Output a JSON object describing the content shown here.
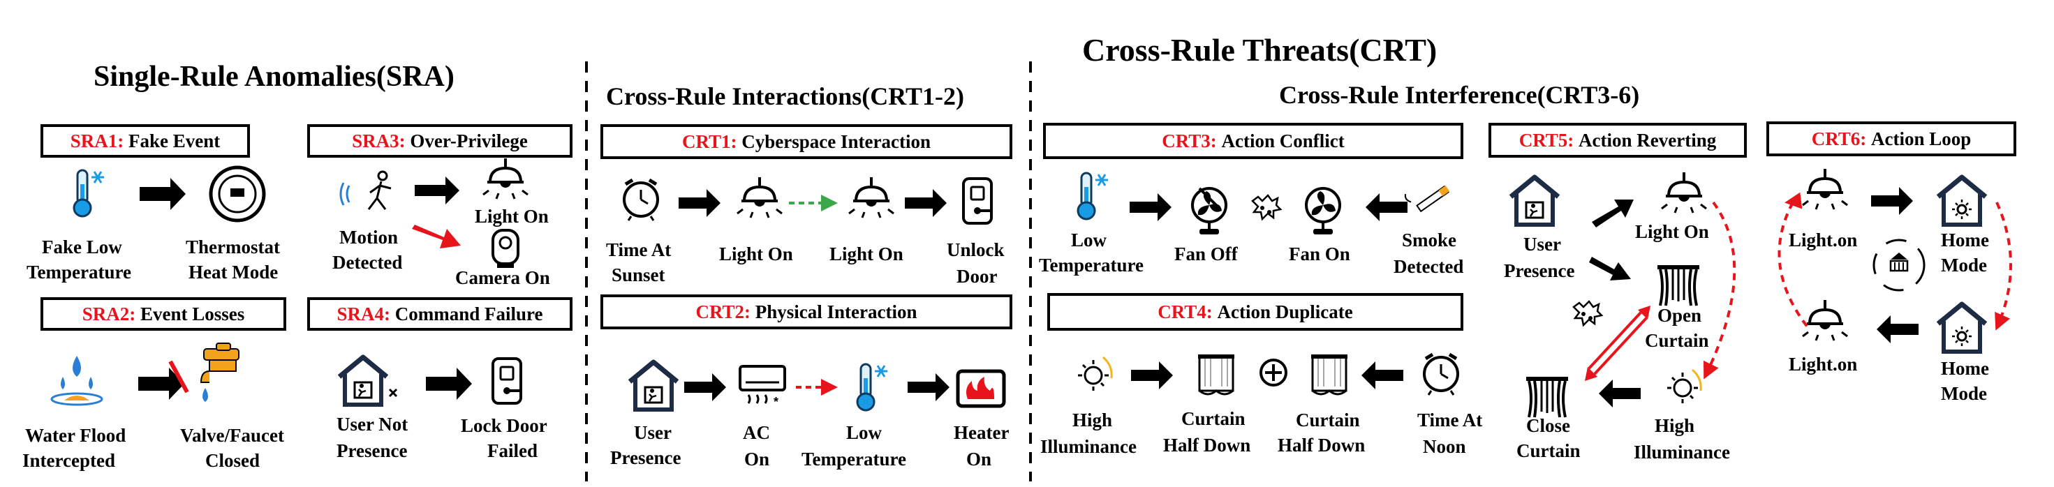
{
  "title": "Cross-Rule Threats(CRT)",
  "sra": {
    "title": "Single-Rule Anomalies(SRA)",
    "sra1": {
      "id": "SRA1:",
      "name": "Fake Event",
      "labels": [
        "Fake Low",
        "Temperature",
        "Thermostat",
        "Heat Mode"
      ]
    },
    "sra3": {
      "id": "SRA3:",
      "name": "Over-Privilege",
      "labels": [
        "Motion",
        "Detected",
        "Light On",
        "Camera On"
      ]
    },
    "sra2": {
      "id": "SRA2:",
      "name": "Event Losses",
      "labels": [
        "Water Flood",
        "Intercepted",
        "Valve/Faucet",
        "Closed"
      ]
    },
    "sra4": {
      "id": "SRA4:",
      "name": "Command Failure",
      "labels": [
        "User Not",
        "Presence",
        "Lock Door",
        "Failed"
      ]
    }
  },
  "interactions": {
    "title": "Cross-Rule Interactions(CRT1-2)",
    "crt1": {
      "id": "CRT1:",
      "name": "Cyberspace Interaction",
      "labels": [
        "Time At",
        "Sunset",
        "Light On",
        "Light On",
        "Unlock",
        "Door"
      ]
    },
    "crt2": {
      "id": "CRT2:",
      "name": "Physical Interaction",
      "labels": [
        "User",
        "Presence",
        "AC",
        "On",
        "Low",
        "Temperature",
        "Heater",
        "On"
      ]
    }
  },
  "interference": {
    "title": "Cross-Rule Interference(CRT3-6)",
    "crt3": {
      "id": "CRT3:",
      "name": "Action Conflict",
      "labels": [
        "Low",
        "Temperature",
        "Fan Off",
        "Fan On",
        "Smoke",
        "Detected"
      ]
    },
    "crt4": {
      "id": "CRT4:",
      "name": "Action Duplicate",
      "labels": [
        "High",
        "Illuminance",
        "Curtain",
        "Half Down",
        "Curtain",
        "Half Down",
        "Time At",
        "Noon"
      ]
    },
    "crt5": {
      "id": "CRT5:",
      "name": "Action Reverting",
      "labels": [
        "User",
        "Presence",
        "Light On",
        "Open",
        "Curtain",
        "Close",
        "Curtain",
        "High",
        "Illuminance"
      ]
    },
    "crt6": {
      "id": "CRT6:",
      "name": "Action Loop",
      "labels": [
        "Light.on",
        "Home",
        "Mode",
        "Light.on",
        "Home",
        "Mode"
      ]
    }
  },
  "colors": {
    "accent_red": "#e8141b",
    "thermo_blue": "#1a9be6",
    "light_green": "#3aa84a",
    "water_blue": "#2a7fd4",
    "faucet_orange": "#f2a21c"
  }
}
